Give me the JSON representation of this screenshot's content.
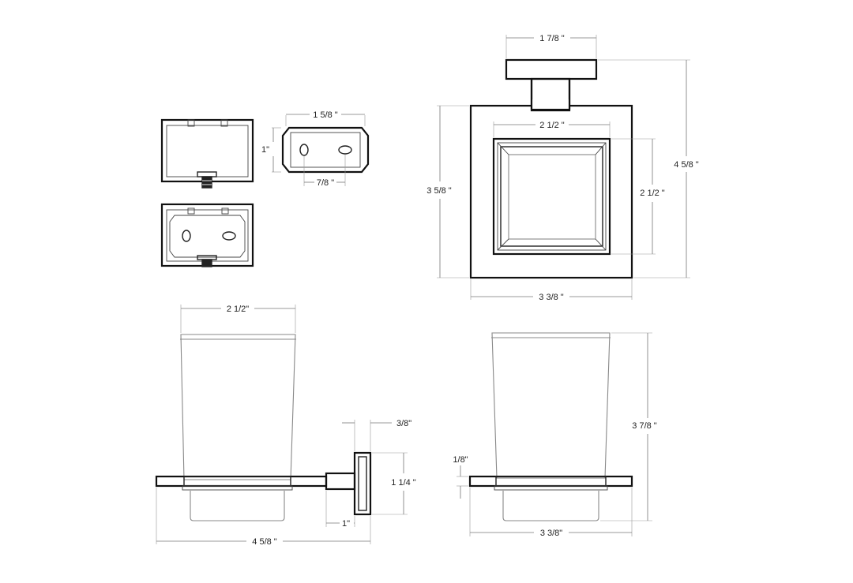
{
  "dimensions": {
    "top_plate_width": "1 7/8 \"",
    "mount_width": "1 5/8 \"",
    "mount_height": "1\"",
    "mount_hole_spacing": "7/8 \"",
    "cup_inner_width_front": "2 1/2 \"",
    "front_height": "3 5/8 \"",
    "cup_inner_height_front": "2 1/2 \"",
    "overall_height_front": "4 5/8 \"",
    "front_width": "3 3/8 \"",
    "cup_width_side": "2 1/2\"",
    "flange_thickness": "3/8\"",
    "flange_height": "1 1/4 \"",
    "post_length": "1\"",
    "overall_depth_side": "4 5/8 \"",
    "cup_height": "3 7/8 \"",
    "shelf_thickness": "1/8\"",
    "bottom_width": "3 3/8\""
  }
}
